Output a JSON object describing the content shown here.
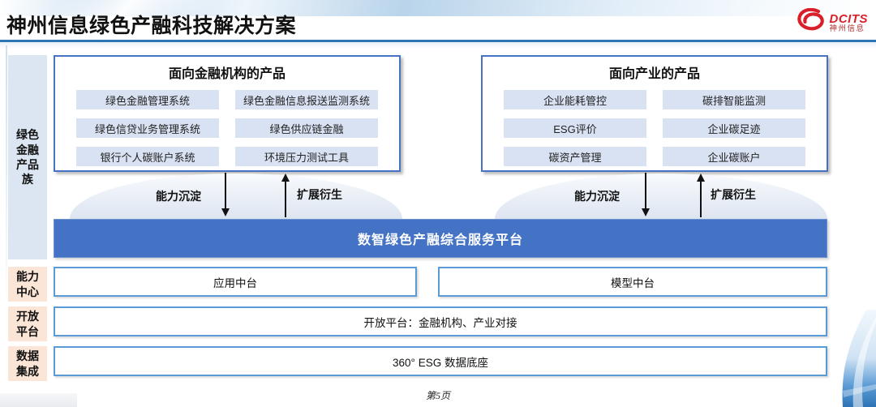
{
  "page": {
    "title": "神州信息绿色产融科技解决方案",
    "page_number": "第5页"
  },
  "logo": {
    "name": "DCITS",
    "subtitle": "神州信息"
  },
  "sidebar": {
    "green_finance_family": "绿色金融产品族",
    "capability_center": "能力中心",
    "open_platform": "开放平台",
    "data_integration": "数据集成"
  },
  "finance_products": {
    "title": "面向金融机构的产品",
    "items": [
      "绿色金融管理系统",
      "绿色金融信息报送监测系统",
      "绿色信贷业务管理系统",
      "绿色供应链金融",
      "银行个人碳账户系统",
      "环境压力测试工具"
    ]
  },
  "industry_products": {
    "title": "面向产业的产品",
    "items": [
      "企业能耗管控",
      "碳排智能监测",
      "ESG评价",
      "企业碳足迹",
      "碳资产管理",
      "企业碳账户"
    ]
  },
  "flows": {
    "down_label": "能力沉淀",
    "up_label": "扩展衍生"
  },
  "platform": {
    "label": "数智绿色产融综合服务平台"
  },
  "capability_center": {
    "items": [
      "应用中台",
      "模型中台"
    ]
  },
  "open_platform": {
    "label": "开放平台：金融机构、产业对接"
  },
  "data_integration": {
    "label": "360° ESG 数据底座"
  },
  "colors": {
    "accent_blue": "#4472C4",
    "border_blue": "#5B9BD5",
    "item_bg": "#D9E2F3",
    "sidebar_blue_bg": "#DCE6F2",
    "sidebar_peach_bg": "#FBE5D6",
    "header_line": "#2E75B6",
    "logo_red": "#D91F2A"
  }
}
